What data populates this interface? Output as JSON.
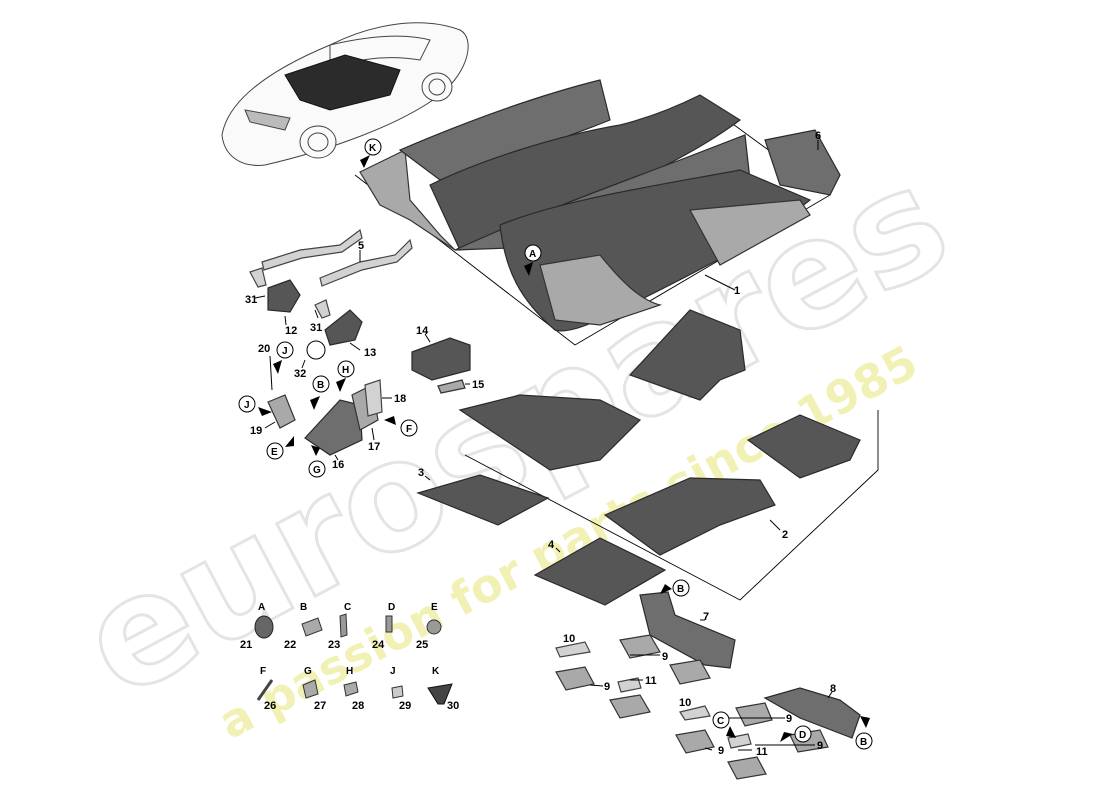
{
  "watermark": {
    "brand": "eurospares",
    "tagline": "a passion for parts since 1985"
  },
  "callouts": {
    "c1": "1",
    "c2": "2",
    "c3": "3",
    "c4": "4",
    "c5": "5",
    "c6": "6",
    "c7": "7",
    "c8": "8",
    "c9a": "9",
    "c9b": "9",
    "c9c": "9",
    "c9d": "9",
    "c9e": "9",
    "c10a": "10",
    "c10b": "10",
    "c11a": "11",
    "c11b": "11",
    "c12": "12",
    "c13": "13",
    "c14": "14",
    "c15": "15",
    "c16": "16",
    "c17": "17",
    "c18": "18",
    "c19": "19",
    "c20": "20",
    "c31a": "31",
    "c31b": "31",
    "c32": "32"
  },
  "refs": {
    "K": "K",
    "A": "A",
    "B1": "B",
    "J1": "J",
    "H": "H",
    "J2": "J",
    "E": "E",
    "G": "G",
    "F": "F",
    "B2": "B",
    "B3": "B",
    "C": "C",
    "D": "D"
  },
  "fasteners": [
    {
      "letter": "A",
      "number": "21"
    },
    {
      "letter": "B",
      "number": "22"
    },
    {
      "letter": "C",
      "number": "23"
    },
    {
      "letter": "D",
      "number": "24"
    },
    {
      "letter": "E",
      "number": "25"
    },
    {
      "letter": "F",
      "number": "26"
    },
    {
      "letter": "G",
      "number": "27"
    },
    {
      "letter": "H",
      "number": "28"
    },
    {
      "letter": "J",
      "number": "29"
    },
    {
      "letter": "K",
      "number": "30"
    }
  ]
}
